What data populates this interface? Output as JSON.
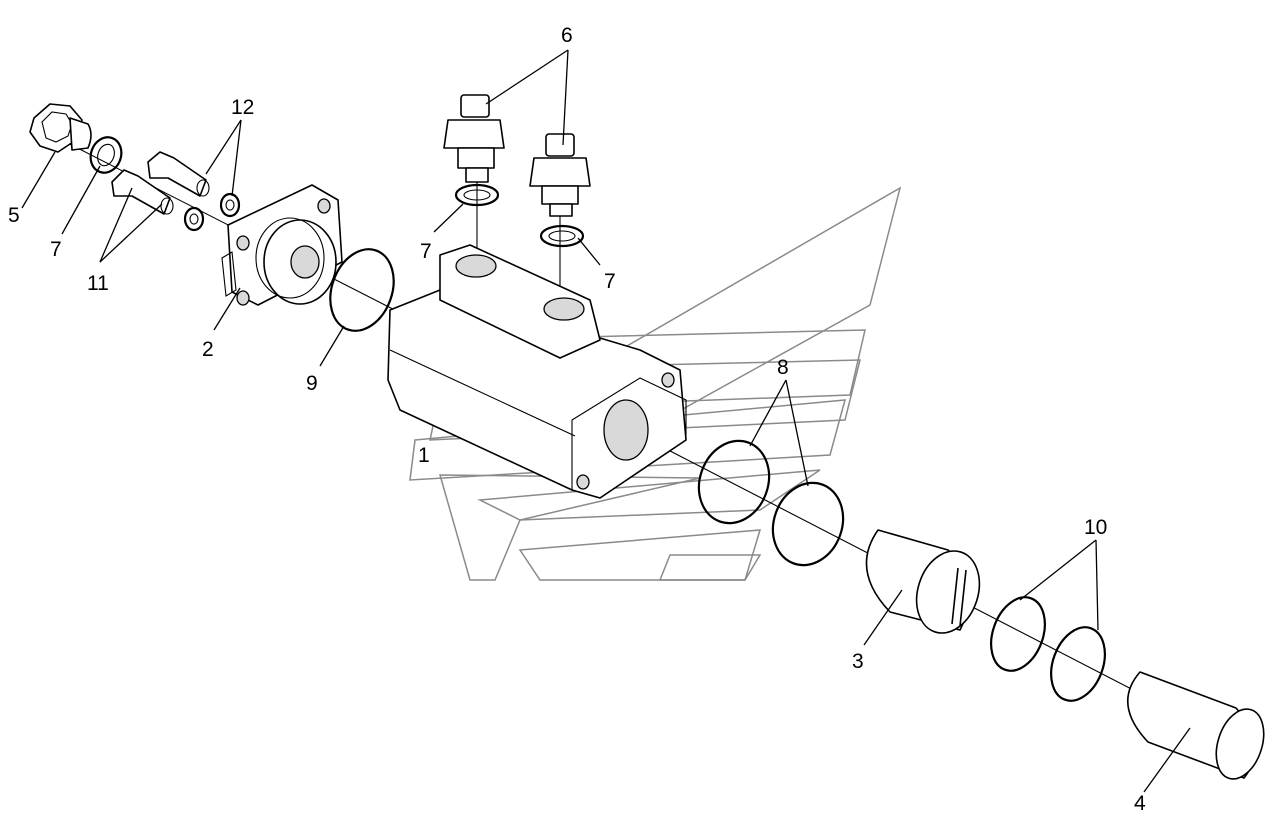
{
  "diagram": {
    "callouts": [
      {
        "id": "c1",
        "text": "1"
      },
      {
        "id": "c2",
        "text": "2"
      },
      {
        "id": "c3",
        "text": "3"
      },
      {
        "id": "c4",
        "text": "4"
      },
      {
        "id": "c5",
        "text": "5"
      },
      {
        "id": "c6",
        "text": "6"
      },
      {
        "id": "c7a",
        "text": "7"
      },
      {
        "id": "c7b",
        "text": "7"
      },
      {
        "id": "c7c",
        "text": "7"
      },
      {
        "id": "c8",
        "text": "8"
      },
      {
        "id": "c9",
        "text": "9"
      },
      {
        "id": "c10",
        "text": "10"
      },
      {
        "id": "c11",
        "text": "11"
      },
      {
        "id": "c12",
        "text": "12"
      }
    ],
    "colors": {
      "line": "#000000",
      "watermark": "#8a8a8a",
      "background": "#ffffff"
    }
  }
}
